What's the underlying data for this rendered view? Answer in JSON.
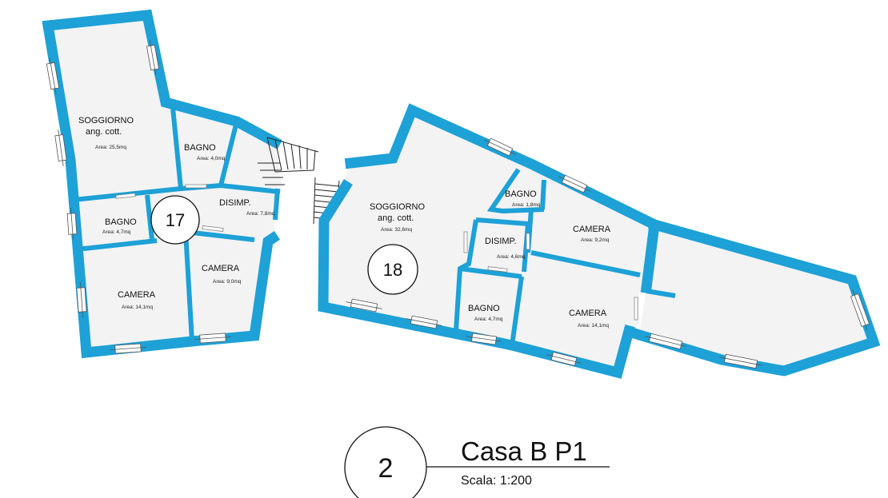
{
  "plan": {
    "title": "Casa B P1",
    "scale": "Scala: 1:200",
    "number": "2"
  },
  "units": [
    {
      "number": "17"
    },
    {
      "number": "18"
    }
  ],
  "rooms": {
    "soggiorno_17": {
      "name": "SOGGIORNO",
      "sub": "ang. cott.",
      "area": "Area: 25,5mq"
    },
    "bagno_17a": {
      "name": "BAGNO",
      "area": "Area: 4,0mq"
    },
    "bagno_17b": {
      "name": "BAGNO",
      "area": "Area: 4,7mq"
    },
    "disimp_17": {
      "name": "DISIMP.",
      "area": "Area: 7,8mq"
    },
    "camera_17a": {
      "name": "CAMERA",
      "area": "Area: 14,1mq"
    },
    "camera_17b": {
      "name": "CAMERA",
      "area": "Area: 9,0mq"
    },
    "soggiorno_18": {
      "name": "SOGGIORNO",
      "sub": "ang. cott.",
      "area": "Area: 32,6mq"
    },
    "bagno_18a": {
      "name": "BAGNO",
      "area": "Area: 1,8mq"
    },
    "bagno_18b": {
      "name": "BAGNO",
      "area": "Area: 4,7mq"
    },
    "disimp_18": {
      "name": "DISIMP.",
      "area": "Area: 4,6mq"
    },
    "camera_18a": {
      "name": "CAMERA",
      "area": "Area: 9,2mq"
    },
    "camera_18b": {
      "name": "CAMERA",
      "area": "Area: 14,1mq"
    }
  },
  "colors": {
    "wall": "#1da1d6",
    "floor": "#f3f3f3",
    "ink": "#111111"
  }
}
